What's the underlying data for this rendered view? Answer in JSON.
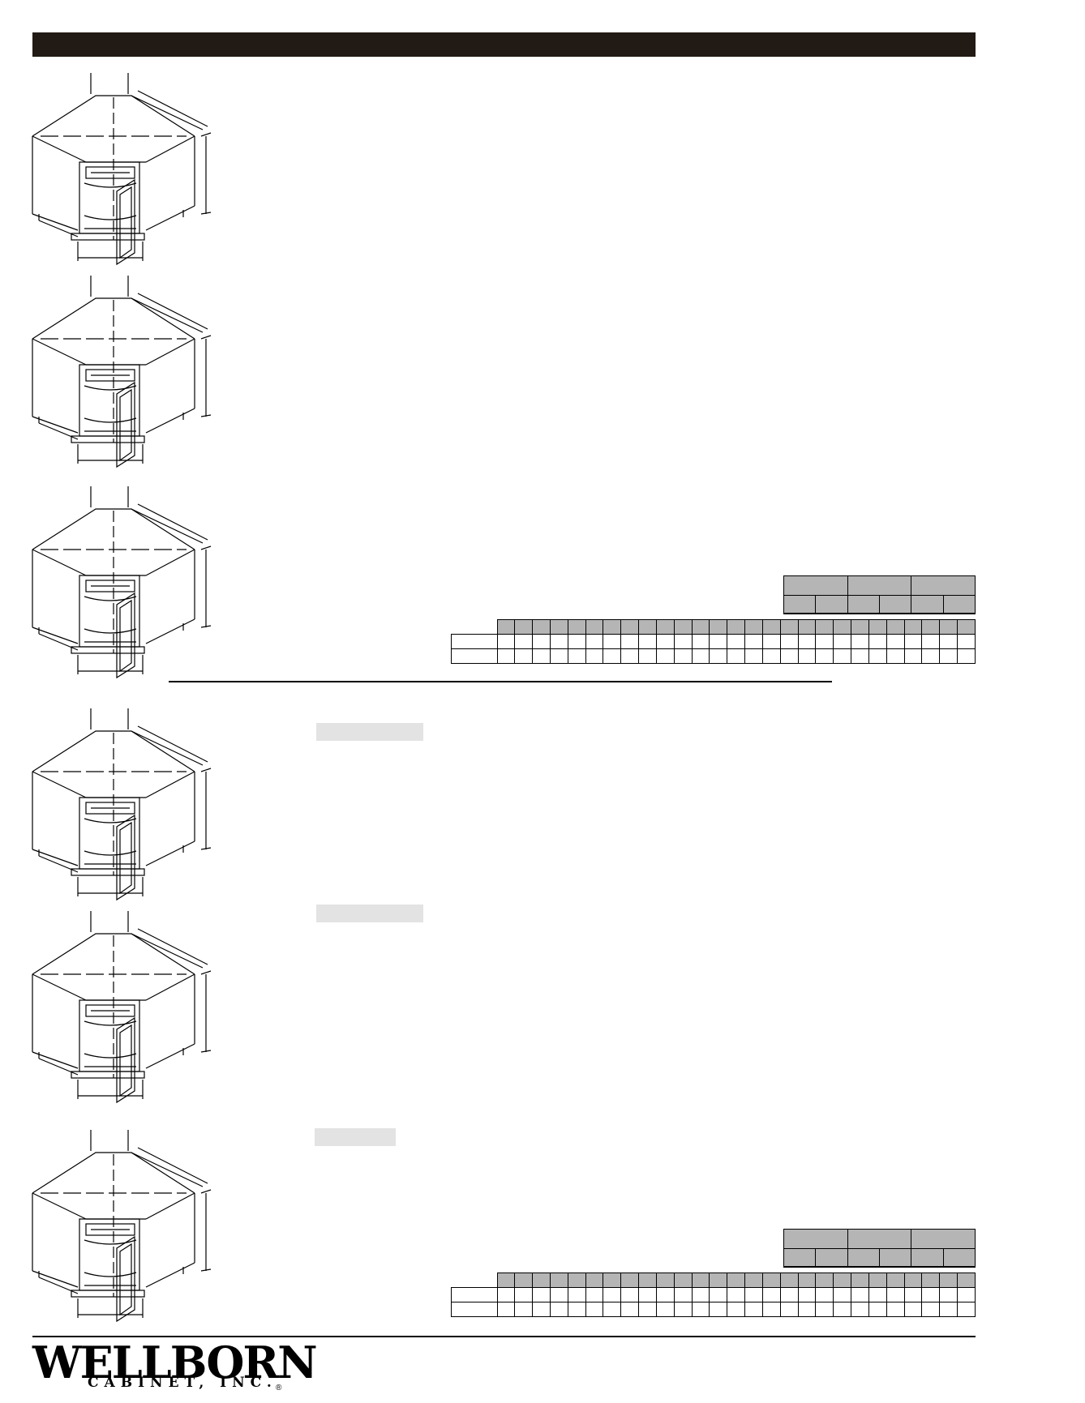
{
  "brand": {
    "logo_main": "WELLBORN",
    "logo_sub": "CABINET, INC.",
    "logo_mark": "®"
  },
  "sections": [
    {
      "drawings": [
        "corner-sink-base-single-door",
        "corner-sink-base-single-door-wide",
        "corner-sink-base-double-door"
      ],
      "price_labels": []
    },
    {
      "drawings": [
        "corner-base-lazy-susan-single-door",
        "corner-base-lazy-susan-single-door-wide",
        "corner-base-lazy-susan-double-door"
      ],
      "price_labels": [
        "",
        "",
        ""
      ]
    }
  ]
}
